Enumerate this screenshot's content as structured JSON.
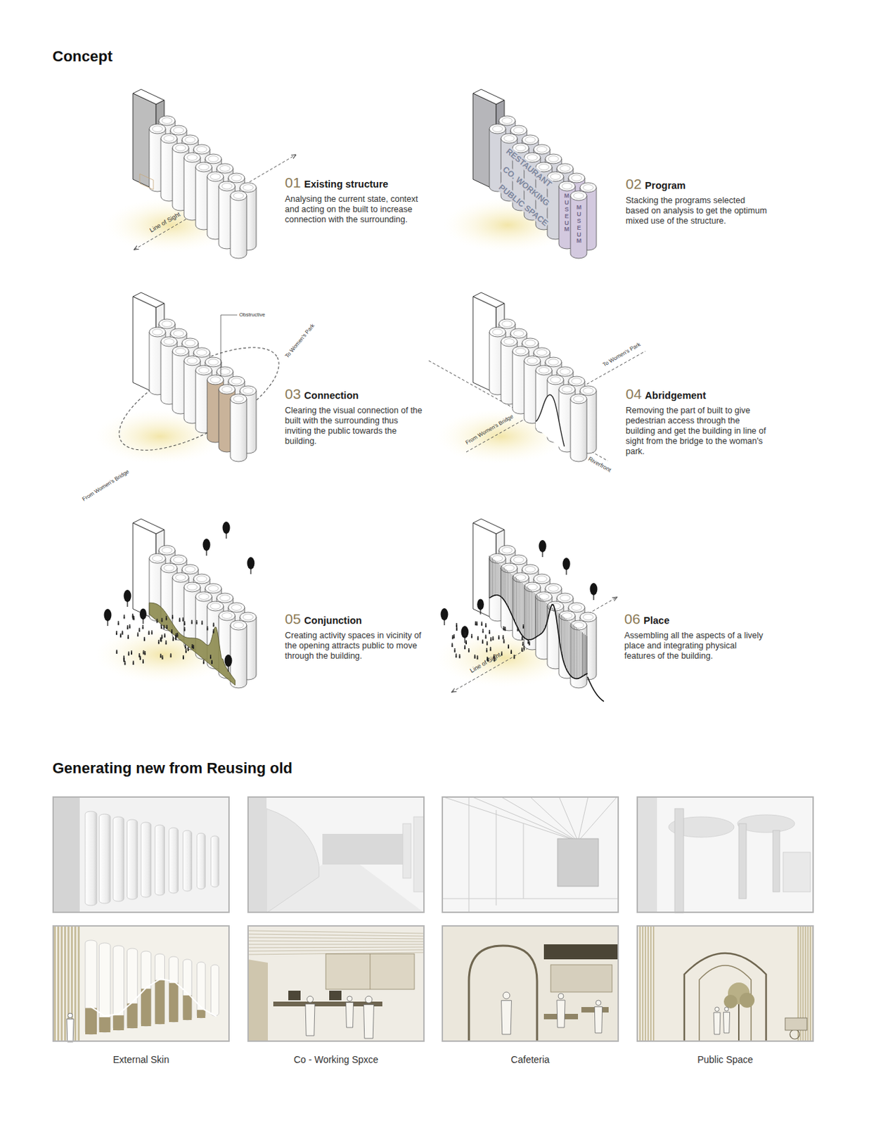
{
  "diagram": {
    "title": "Concept",
    "nodes": [
      {
        "text": [
          "External Skin"
        ]
      },
      {
        "text": [
          "Co - Working Spxce"
        ]
      },
      {
        "text": [
          "Cafeteria"
        ]
      },
      {
        "text": [
          "Public Space"
        ]
      }
    ],
    "labels": [
      "01",
      "Existing structure",
      "Analysing the current state, context and acting on the built to increase connection with the surrounding.",
      "Line of Sight",
      "RESTAURANT",
      "CO. WORKING",
      "PUBLIC SPACE",
      "MUSEUM",
      "MUSEUM",
      "02",
      "Program",
      "Stacking the programs selected based on analysis to get the optimum mixed use of the structure.",
      "Obstructive",
      "To Women's Park",
      "From Women's Bridge",
      "03",
      "Connection",
      "Clearing the visual connection of the built with the surrounding thus inviting the public towards the building.",
      "To Women's Park",
      "From Women's Bridge",
      "Riverfront",
      "04",
      "Abridgement",
      "Removing the part of built to give pedestrian access through the building and get the building in line of sight from the bridge to the woman's park.",
      "05",
      "Conjunction",
      "Creating activity spaces in vicinity of the opening attracts public to move through the building.",
      "06",
      "Place",
      "Assembling all the aspects of a lively place and integrating physical features of the building.",
      "Line of Sight",
      "Generating new from Reusing old"
    ]
  }
}
